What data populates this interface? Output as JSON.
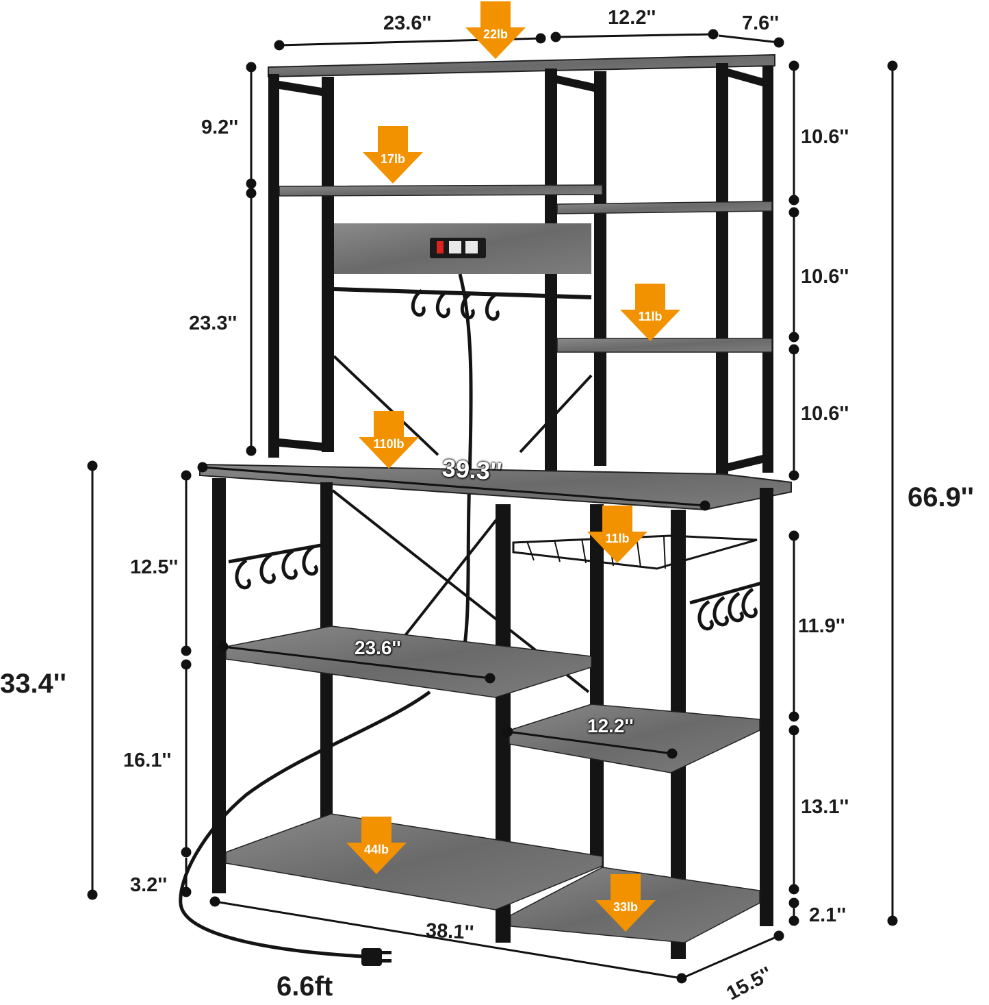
{
  "dimensions": {
    "top_left_width": "23.6''",
    "top_mid_width": "12.2''",
    "top_depth": "7.6''",
    "left_top_gap": "9.2''",
    "left_upper_height": "23.3''",
    "right_gap_1": "10.6''",
    "right_gap_2": "10.6''",
    "right_gap_3": "10.6''",
    "total_height": "66.9''",
    "desk_height": "33.4''",
    "lower_gap_1": "12.5''",
    "lower_gap_2": "16.1''",
    "foot_gap_left": "3.2''",
    "right_lower_gap_1": "11.9''",
    "right_lower_gap_2": "13.1''",
    "foot_gap_right": "2.1''",
    "desk_width": "39.3''",
    "shelf_width": "23.6''",
    "right_shelf_width": "12.2''",
    "base_width": "38.1''",
    "base_depth": "15.5''",
    "cord_length": "6.6ft"
  },
  "loads": {
    "top": "22lb",
    "upper_shelf": "17lb",
    "right_shelf": "11lb",
    "desktop": "110lb",
    "basket": "11lb",
    "bottom_left": "44lb",
    "bottom_right": "33lb"
  },
  "colors": {
    "frame": "#141414",
    "wood": "#6f6f6f",
    "wood_light": "#8c8c8c",
    "arrow": "#f39200",
    "dim_line": "#111111"
  }
}
